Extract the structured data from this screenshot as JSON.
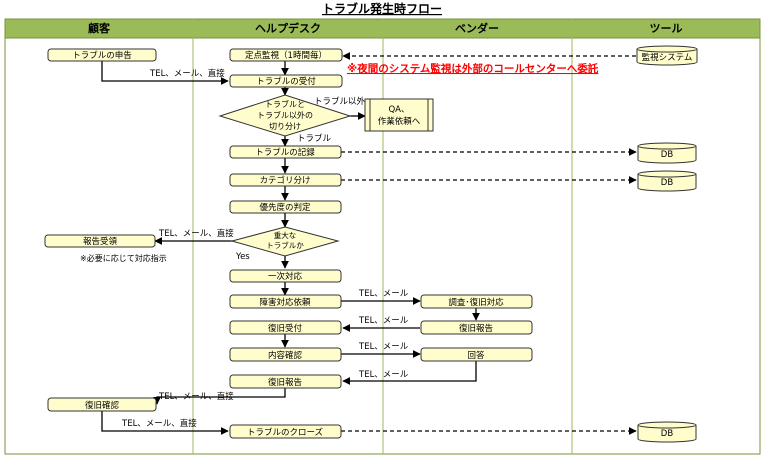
{
  "title": "トラブル発生時フロー",
  "lanes": [
    "顧客",
    "ヘルプデスク",
    "ベンダー",
    "ツール"
  ],
  "note": "※夜間のシステム監視は外部のコールセンターへ委託",
  "colors": {
    "lane_header": "#9bbb59",
    "lane_border": "#76933c",
    "box_fill": "#fffdcc",
    "box_stroke": "#333333",
    "note": "#ff0000"
  },
  "boxes": {
    "trouble_report": "トラブルの申告",
    "periodic_monitoring": "定点監視（1時間毎）",
    "trouble_reception": "トラブルの受付",
    "decision_line1": "トラブルと",
    "decision_line2": "トラブル以外の",
    "decision_line3": "切り分け",
    "qa_line1": "QA、",
    "qa_line2": "作業依頼へ",
    "trouble_record": "トラブルの記録",
    "categorize": "カテゴリ分け",
    "priority": "優先度の判定",
    "serious_line1": "重大な",
    "serious_line2": "トラブルか",
    "report_received": "報告受領",
    "report_note": "※必要に応じて対応指示",
    "first_response": "一次対応",
    "incident_request": "障害対応依頼",
    "investigation": "調査･復旧対応",
    "recovery_report_vendor": "復旧報告",
    "recovery_reception": "復旧受付",
    "content_check": "内容確認",
    "answer": "回答",
    "recovery_report_helpdesk": "復旧報告",
    "recovery_confirm": "復旧確認",
    "trouble_close": "トラブルのクローズ",
    "monitoring_system": "監視システム",
    "db1": "DB",
    "db2": "DB",
    "db3": "DB"
  },
  "labels": {
    "tel_mail_direct_1": "TEL、メール、直接",
    "trouble_other": "トラブル以外",
    "trouble": "トラブル",
    "tel_mail_direct_2": "TEL、メール、直接",
    "yes": "Yes",
    "tel_mail_1": "TEL、メール",
    "tel_mail_2": "TEL、メール",
    "tel_mail_3": "TEL、メール",
    "tel_mail_4": "TEL、メール",
    "tel_mail_direct_3": "TEL、メール、直接",
    "tel_mail_direct_4": "TEL、メール、直接"
  }
}
